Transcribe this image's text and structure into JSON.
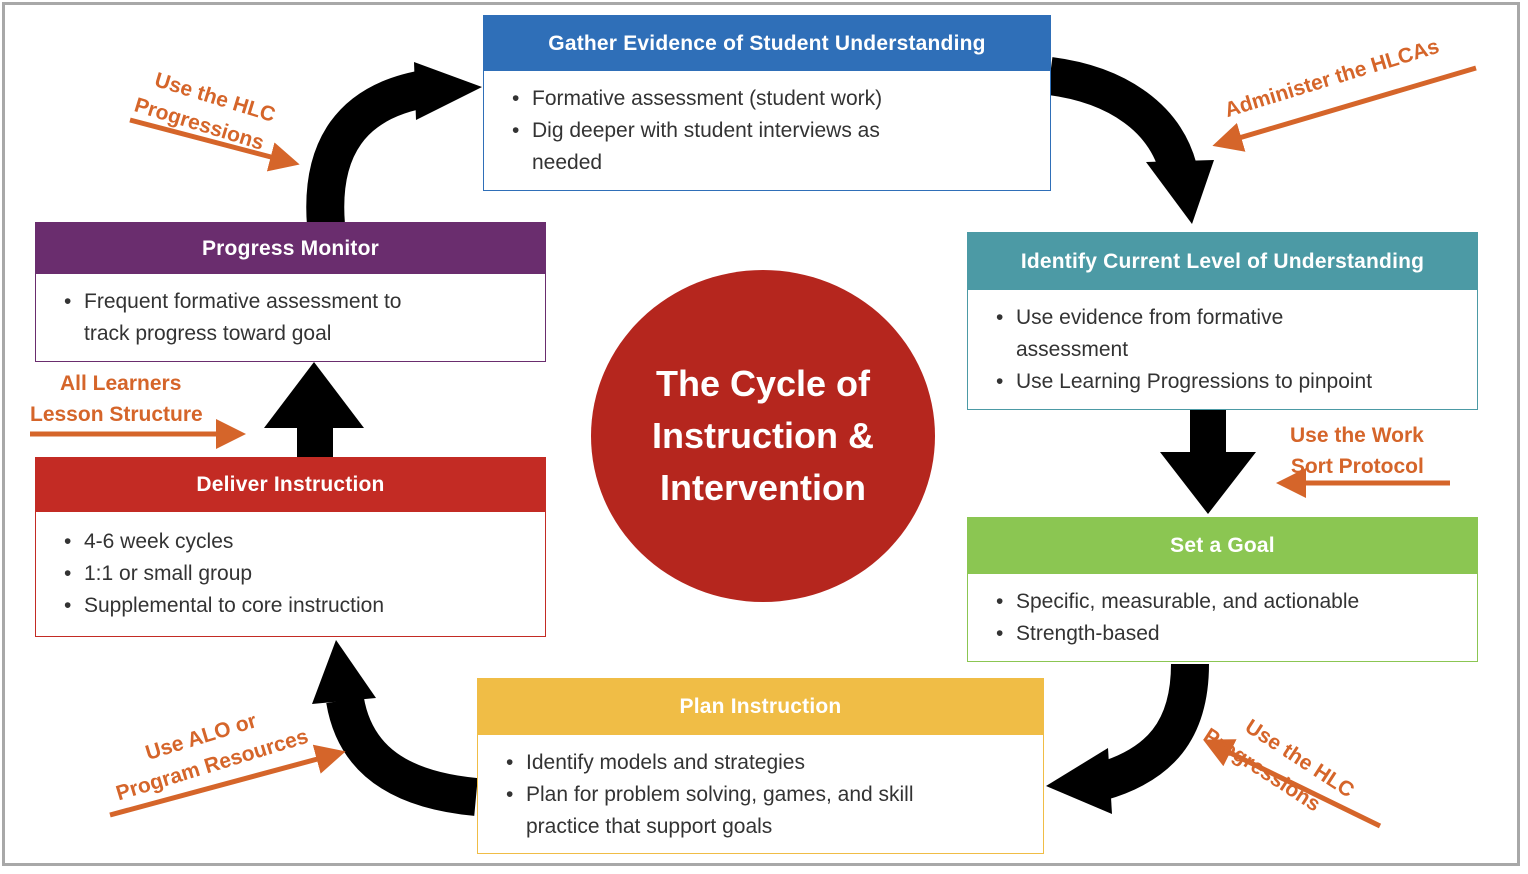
{
  "title_lines": [
    "The Cycle of",
    "Instruction &",
    "Intervention"
  ],
  "colors": {
    "gather": "#2f6fb8",
    "identify": "#4c9aa5",
    "goal": "#8bc652",
    "plan": "#f0bd46",
    "deliver": "#c32b24",
    "monitor": "#6a2d6e",
    "center": "#b5261e",
    "annotation": "#d5652a"
  },
  "stages": {
    "gather": {
      "title": "Gather Evidence of Student Understanding",
      "bullets": [
        "Formative assessment (student work)",
        "Dig deeper with student interviews as",
        "needed"
      ]
    },
    "identify": {
      "title": "Identify Current Level of Understanding",
      "bullets": [
        "Use evidence from formative",
        "assessment",
        "Use Learning Progressions to pinpoint"
      ]
    },
    "goal": {
      "title": "Set a Goal",
      "bullets": [
        "Specific, measurable, and actionable",
        "Strength-based"
      ]
    },
    "plan": {
      "title": "Plan Instruction",
      "bullets": [
        "Identify models and strategies",
        "Plan for problem solving, games, and skill",
        "practice that support goals"
      ]
    },
    "deliver": {
      "title": "Deliver Instruction",
      "bullets": [
        "4-6 week cycles",
        "1:1 or small group",
        "Supplemental to core instruction"
      ]
    },
    "monitor": {
      "title": "Progress Monitor",
      "bullets": [
        "Frequent formative assessment to",
        "track progress toward goal"
      ]
    }
  },
  "annotations": {
    "hlc_top": [
      "Use the HLC",
      "Progressions"
    ],
    "hlcas": [
      "Administer the HLCAs"
    ],
    "work_sort": [
      "Use the Work",
      "Sort Protocol"
    ],
    "hlc_bottom": [
      "Use the HLC",
      "Progressions"
    ],
    "alo": [
      "Use ALO or",
      "Program Resources"
    ],
    "all_learners": [
      "All Learners",
      "Lesson Structure"
    ]
  }
}
